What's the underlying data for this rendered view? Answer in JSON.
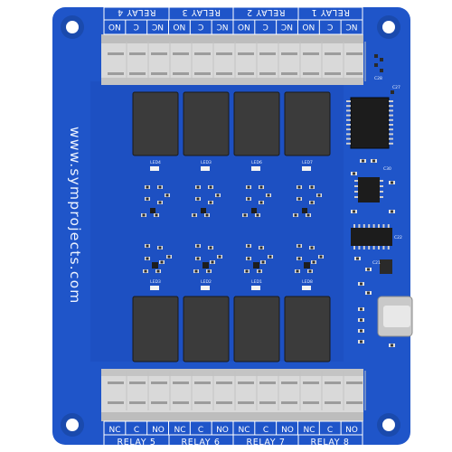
{
  "board": {
    "website": "www.symprojects.com",
    "colors": {
      "pcb": "#1f55c9",
      "pcb_dark": "#1845a8",
      "trace": "#2a68e0",
      "terminal": "#d6d6d6",
      "relay": "#3a3a3a",
      "hole": "#ffffff"
    },
    "top_terminals": {
      "pin_labels": [
        "NC",
        "C",
        "NO",
        "NC",
        "C",
        "NO",
        "NC",
        "C",
        "NO",
        "NC",
        "C",
        "NO"
      ],
      "relays": [
        "RELAY 4",
        "RELAY 3",
        "RELAY 2",
        "RELAY 1"
      ]
    },
    "bottom_terminals": {
      "pin_labels": [
        "NC",
        "C",
        "NO",
        "NC",
        "C",
        "NO",
        "NC",
        "C",
        "NO",
        "NC",
        "C",
        "NO"
      ],
      "relays": [
        "RELAY 5",
        "RELAY 6",
        "RELAY 7",
        "RELAY 8"
      ]
    },
    "silkscreen": {
      "leds_top": [
        "LED4",
        "LED3",
        "LED6",
        "LED7"
      ],
      "leds_bottom": [
        "LED3",
        "LED2",
        "LED1",
        "LED8"
      ],
      "chip_caps": [
        "C28",
        "C27",
        "C30",
        "C22",
        "C21"
      ]
    }
  }
}
